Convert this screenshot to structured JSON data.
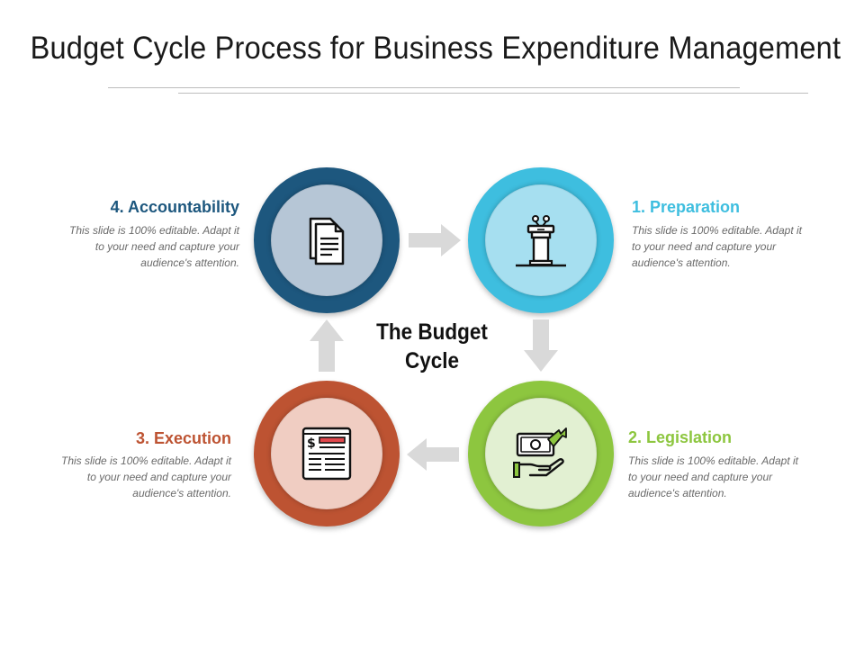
{
  "title": "Budget Cycle Process for Business Expenditure Management",
  "center_label": {
    "line1": "The Budget",
    "line2": "Cycle"
  },
  "colors": {
    "accountability": "#1d577e",
    "preparation": "#3ebedf",
    "legislation": "#8dc63f",
    "execution": "#bd5332",
    "arrow": "#d9d9d9"
  },
  "steps": {
    "preparation": {
      "title": "1. Preparation",
      "description": "This slide is 100% editable. Adapt it to your need and capture your audience's attention.",
      "icon": "podium-icon"
    },
    "legislation": {
      "title": "2. Legislation",
      "description": "This slide is 100% editable. Adapt it to your need and capture your audience's attention.",
      "icon": "money-hand-icon"
    },
    "execution": {
      "title": "3. Execution",
      "description": "This slide is 100% editable. Adapt it to your need and capture your audience's attention.",
      "icon": "invoice-icon"
    },
    "accountability": {
      "title": "4. Accountability",
      "description": "This slide is 100% editable. Adapt it to your need and capture your audience's attention.",
      "icon": "documents-icon"
    }
  }
}
